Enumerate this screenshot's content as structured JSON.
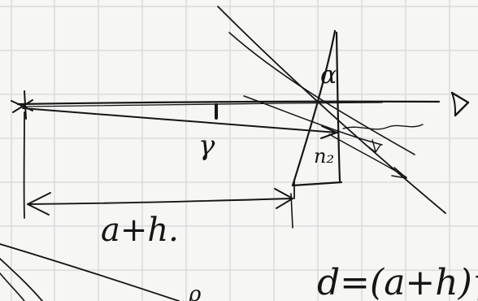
{
  "labels": {
    "axis_end": ">",
    "gamma": "γ",
    "alpha": "α",
    "n2": "n₂",
    "distance": "a+h.",
    "formula": "d=(a+h)γ.",
    "fragment": "ρ"
  },
  "colors": {
    "paper": "#f6f6f4",
    "grid": "#dcdcdc",
    "ink": "#151515"
  }
}
